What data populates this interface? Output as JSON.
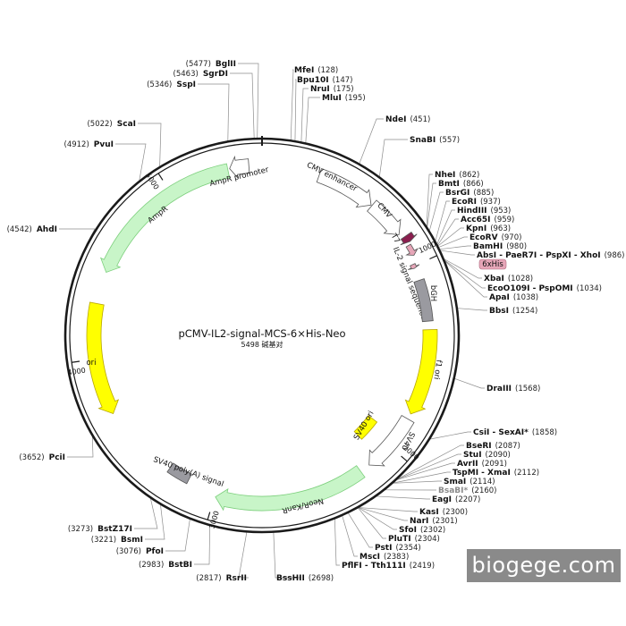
{
  "plasmid": {
    "name": "pCMV-IL2-signal-MCS-6×His-Neo",
    "size_label": "5498 碱基对",
    "length_bp": 5498
  },
  "watermark": "biogege.com",
  "colors": {
    "backbone": "#1a1a1a",
    "ori": "#ffff00",
    "resistance": "#c8f5c8",
    "promoter": "#ffffff",
    "polyA": "#9a9aa0",
    "t7": "#8b1f4f",
    "his_tag": "#e6a6b8"
  },
  "ticks": [
    {
      "pos": 1000,
      "label": "1000"
    },
    {
      "pos": 2000,
      "label": "2000"
    },
    {
      "pos": 3000,
      "label": "3000"
    },
    {
      "pos": 4000,
      "label": "4000"
    },
    {
      "pos": 5000,
      "label": "5000"
    }
  ],
  "features": [
    {
      "name": "CMV enhancer",
      "start": 300,
      "end": 610,
      "type": "promoter",
      "dir": 1
    },
    {
      "name": "CMV",
      "start": 615,
      "end": 820,
      "type": "promoter",
      "dir": 1
    },
    {
      "name": "T7",
      "start": 845,
      "end": 880,
      "type": "t7",
      "dir": 1
    },
    {
      "name": "IL-2 signal sequence",
      "start": 893,
      "end": 950,
      "type": "signal",
      "dir": 1
    },
    {
      "name": "6xHis",
      "start": 990,
      "end": 1012,
      "type": "his_tag",
      "dir": 1
    },
    {
      "name": "bGH",
      "start": 1080,
      "end": 1300,
      "type": "polyA",
      "dir": 0
    },
    {
      "name": "f1 ori",
      "start": 1345,
      "end": 1800,
      "type": "ori",
      "dir": 1
    },
    {
      "name": "SV40",
      "start": 1830,
      "end": 2145,
      "type": "promoter",
      "dir": 1
    },
    {
      "name": "SV40 ori",
      "start": 1940,
      "end": 2080,
      "type": "ori",
      "dir": 0
    },
    {
      "name": "NeoR/KanR",
      "start": 2200,
      "end": 2995,
      "type": "resistance",
      "dir": 1
    },
    {
      "name": "SV40 poly(A) signal",
      "start": 3160,
      "end": 3280,
      "type": "polyA",
      "dir": 0
    },
    {
      "name": "ori",
      "start": 3700,
      "end": 4290,
      "type": "ori",
      "dir": -1
    },
    {
      "name": "AmpR",
      "start": 4460,
      "end": 5320,
      "type": "resistance",
      "dir": -1
    },
    {
      "name": "AmpR promoter",
      "start": 5330,
      "end": 5430,
      "type": "promoter",
      "dir": -1
    }
  ],
  "sites": [
    {
      "name": "BglII",
      "pos": "(5477)"
    },
    {
      "name": "SgrDI",
      "pos": "(5463)"
    },
    {
      "name": "SspI",
      "pos": "(5346)"
    },
    {
      "name": "ScaI",
      "pos": "(5022)"
    },
    {
      "name": "PvuI",
      "pos": "(4912)"
    },
    {
      "name": "AhdI",
      "pos": "(4542)"
    },
    {
      "name": "PciI",
      "pos": "(3652)"
    },
    {
      "name": "BstZ17I",
      "pos": "(3273)"
    },
    {
      "name": "BsmI",
      "pos": "(3221)"
    },
    {
      "name": "PfoI",
      "pos": "(3076)"
    },
    {
      "name": "BstBI",
      "pos": "(2983)"
    },
    {
      "name": "RsrII",
      "pos": "(2817)"
    },
    {
      "name": "BssHII",
      "pos": "(2698)"
    },
    {
      "name": "MfeI",
      "pos": "(128)"
    },
    {
      "name": "Bpu10I",
      "pos": "(147)"
    },
    {
      "name": "NruI",
      "pos": "(175)"
    },
    {
      "name": "MluI",
      "pos": "(195)"
    },
    {
      "name": "NdeI",
      "pos": "(451)"
    },
    {
      "name": "SnaBI",
      "pos": "(557)"
    },
    {
      "name": "NheI",
      "pos": "(862)"
    },
    {
      "name": "BmtI",
      "pos": "(866)"
    },
    {
      "name": "BsrGI",
      "pos": "(885)"
    },
    {
      "name": "EcoRI",
      "pos": "(937)"
    },
    {
      "name": "HindIII",
      "pos": "(953)"
    },
    {
      "name": "Acc65I",
      "pos": "(959)"
    },
    {
      "name": "KpnI",
      "pos": "(963)"
    },
    {
      "name": "EcoRV",
      "pos": "(970)"
    },
    {
      "name": "BamHI",
      "pos": "(980)"
    },
    {
      "name": "AbsI - PaeR7I - PspXI - XhoI",
      "pos": "(986)"
    },
    {
      "name": "XbaI",
      "pos": "(1028)"
    },
    {
      "name": "EcoO109I - PspOMI",
      "pos": "(1034)"
    },
    {
      "name": "ApaI",
      "pos": "(1038)"
    },
    {
      "name": "BbsI",
      "pos": "(1254)"
    },
    {
      "name": "DraIII",
      "pos": "(1568)"
    },
    {
      "name": "CsiI - SexAI*",
      "pos": "(1858)"
    },
    {
      "name": "BseRI",
      "pos": "(2087)"
    },
    {
      "name": "StuI",
      "pos": "(2090)"
    },
    {
      "name": "AvrII",
      "pos": "(2091)"
    },
    {
      "name": "TspMI - XmaI",
      "pos": "(2112)"
    },
    {
      "name": "SmaI",
      "pos": "(2114)"
    },
    {
      "name": "BsaBI*",
      "pos": "(2160)"
    },
    {
      "name": "EagI",
      "pos": "(2207)"
    },
    {
      "name": "KasI",
      "pos": "(2300)"
    },
    {
      "name": "NarI",
      "pos": "(2301)"
    },
    {
      "name": "SfoI",
      "pos": "(2302)"
    },
    {
      "name": "PluTI",
      "pos": "(2304)"
    },
    {
      "name": "PstI",
      "pos": "(2354)"
    },
    {
      "name": "MscI",
      "pos": "(2383)"
    },
    {
      "name": "PflFI - Tth111I",
      "pos": "(2419)"
    }
  ]
}
